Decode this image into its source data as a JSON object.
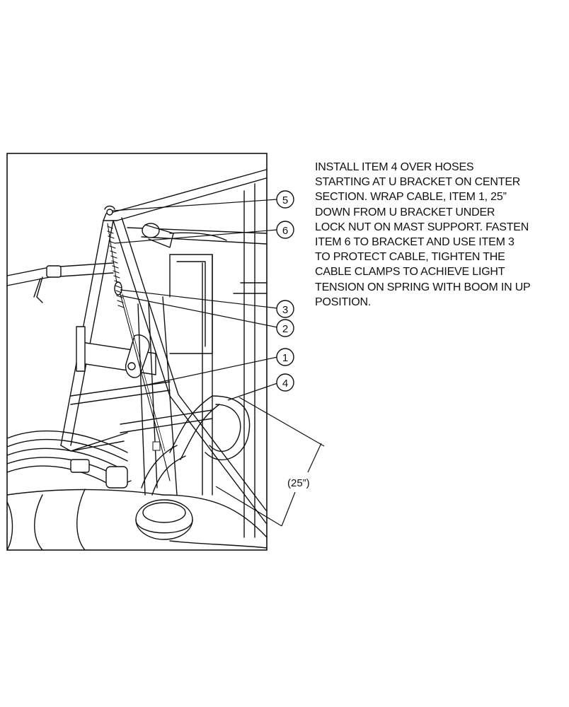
{
  "instructions": {
    "lines": [
      "INSTALL ITEM 4 OVER HOSES",
      "STARTING AT U BRACKET ON CENTER",
      "SECTION. WRAP CABLE, ITEM 1, 25”",
      "DOWN FROM U BRACKET UNDER",
      "LOCK NUT ON MAST SUPPORT. FASTEN",
      "ITEM 6 TO BRACKET AND USE ITEM 3",
      "TO PROTECT CABLE, TIGHTEN THE",
      "CABLE CLAMPS TO ACHIEVE LIGHT",
      "TENSION ON SPRING WITH BOOM IN UP",
      "POSITION."
    ]
  },
  "callouts": [
    "5",
    "6",
    "3",
    "2",
    "1",
    "4"
  ],
  "dimension": {
    "label": "(25”)"
  }
}
